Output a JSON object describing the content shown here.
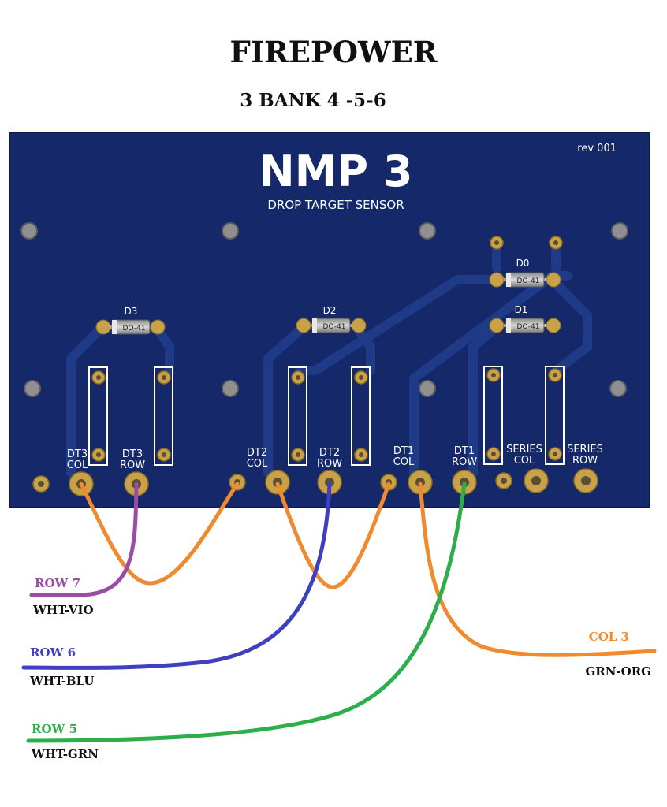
{
  "page": {
    "title": "FIREPOWER",
    "subtitle": "3 BANK 4 -5-6"
  },
  "board": {
    "name": "NMP 3",
    "description": "DROP TARGET SENSOR",
    "revision": "rev 001",
    "colors": {
      "pcb": "#14286a",
      "trace": "#1f3a86",
      "pad": "#c8a24a",
      "pad_core": "#5a5030",
      "hole": "#8f8f8f"
    },
    "diodes": [
      {
        "ref": "D3",
        "package": "DO-41"
      },
      {
        "ref": "D2",
        "package": "DO-41"
      },
      {
        "ref": "D0",
        "package": "DO-41"
      },
      {
        "ref": "D1",
        "package": "DO-41"
      }
    ],
    "pins": [
      {
        "line1": "DT3",
        "line2": "COL"
      },
      {
        "line1": "DT3",
        "line2": "ROW"
      },
      {
        "line1": "DT2",
        "line2": "COL"
      },
      {
        "line1": "DT2",
        "line2": "ROW"
      },
      {
        "line1": "DT1",
        "line2": "COL"
      },
      {
        "line1": "DT1",
        "line2": "ROW"
      },
      {
        "line1": "SERIES",
        "line2": "COL"
      },
      {
        "line1": "SERIES",
        "line2": "ROW"
      }
    ]
  },
  "wires": [
    {
      "name": "ROW 7",
      "color_code": "WHT-VIO",
      "color": "#9b4ca3"
    },
    {
      "name": "ROW 6",
      "color_code": "WHT-BLU",
      "color": "#3e40c0"
    },
    {
      "name": "ROW 5",
      "color_code": "WHT-GRN",
      "color": "#2eae4a"
    },
    {
      "name": "COL 3",
      "color_code": "GRN-ORG",
      "color": "#f08a2e"
    }
  ]
}
